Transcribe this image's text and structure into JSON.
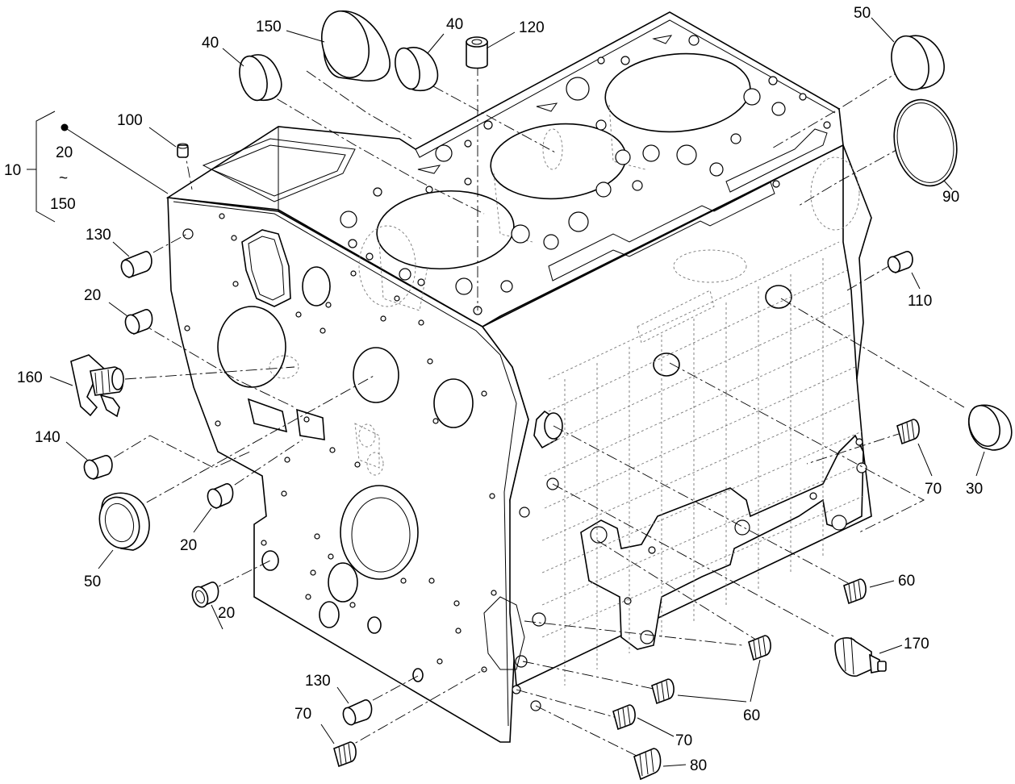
{
  "diagram": {
    "group_label": {
      "ref": "10",
      "range_from": "20",
      "range_sep": "~",
      "range_to": "150"
    },
    "callouts": [
      {
        "id": "c150-top",
        "text": "150"
      },
      {
        "id": "c40-left",
        "text": "40"
      },
      {
        "id": "c40-mid",
        "text": "40"
      },
      {
        "id": "c120",
        "text": "120"
      },
      {
        "id": "c50-top",
        "text": "50"
      },
      {
        "id": "c100",
        "text": "100"
      },
      {
        "id": "c90",
        "text": "90"
      },
      {
        "id": "c130-top",
        "text": "130"
      },
      {
        "id": "c110",
        "text": "110"
      },
      {
        "id": "c20-a",
        "text": "20"
      },
      {
        "id": "c160",
        "text": "160"
      },
      {
        "id": "c140",
        "text": "140"
      },
      {
        "id": "c70-right",
        "text": "70"
      },
      {
        "id": "c30",
        "text": "30"
      },
      {
        "id": "c20-b",
        "text": "20"
      },
      {
        "id": "c50-bottom",
        "text": "50"
      },
      {
        "id": "c60-right",
        "text": "60"
      },
      {
        "id": "c20-c",
        "text": "20"
      },
      {
        "id": "c170",
        "text": "170"
      },
      {
        "id": "c130-bottom",
        "text": "130"
      },
      {
        "id": "c60-bottom",
        "text": "60"
      },
      {
        "id": "c70-left",
        "text": "70"
      },
      {
        "id": "c70-bottom",
        "text": "70"
      },
      {
        "id": "c80",
        "text": "80"
      }
    ]
  }
}
